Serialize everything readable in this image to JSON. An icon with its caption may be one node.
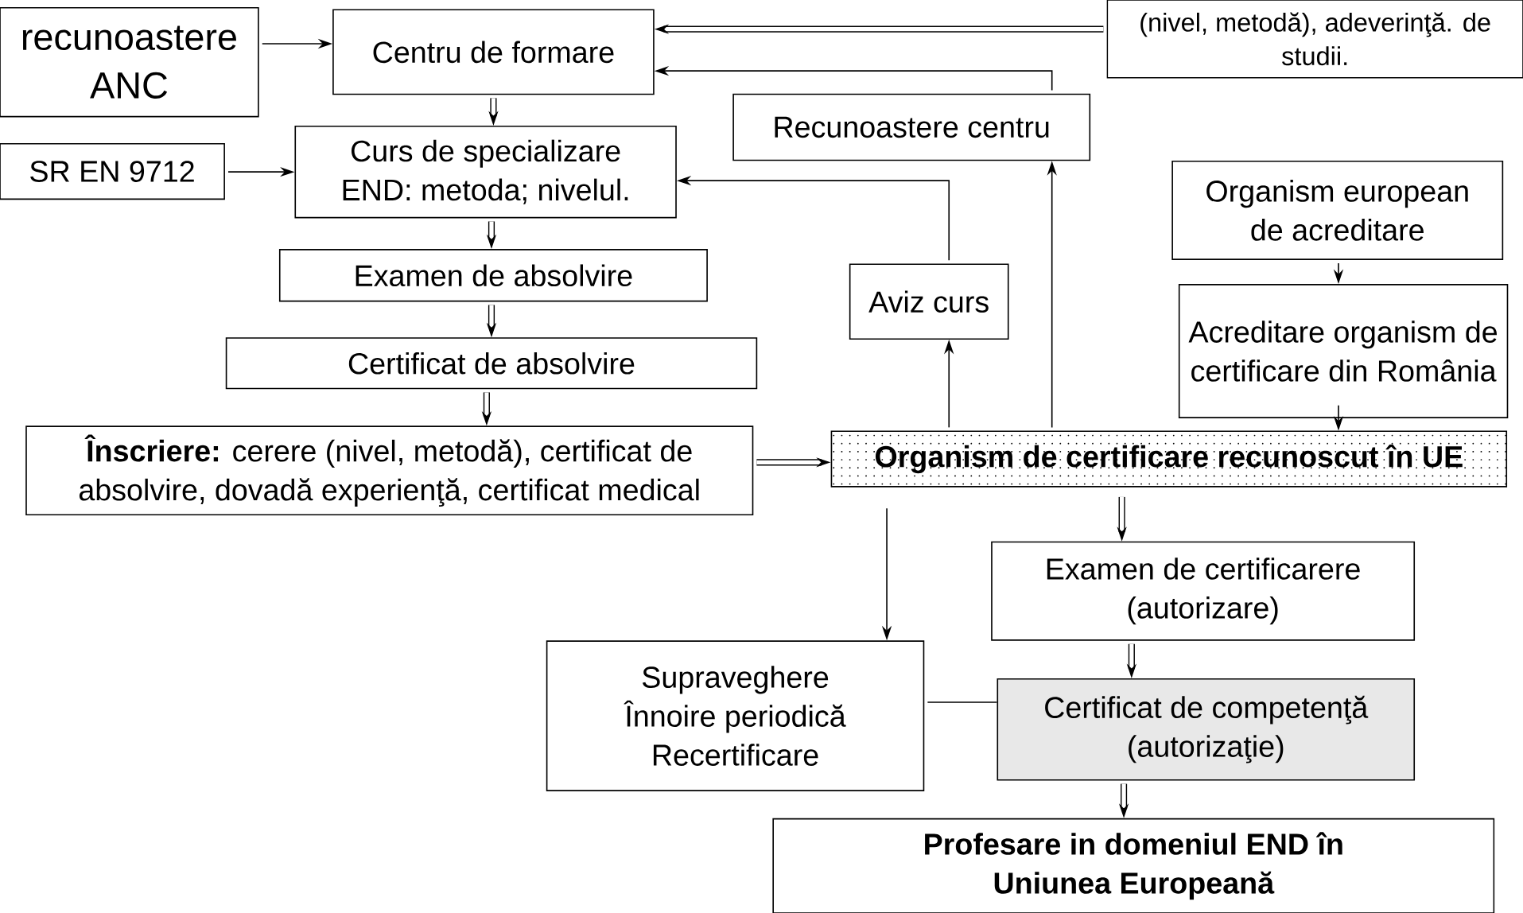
{
  "diagram": {
    "nodes": [
      {
        "text": [
          "recunoastere ANC"
        ]
      },
      {
        "text": [
          "Centru de  formare"
        ]
      },
      {
        "text": [
          "(nivel, metodă), adeverinţă. de studii."
        ]
      },
      {
        "text": [
          "Recunoastere centru"
        ]
      },
      {
        "text": [
          "SR EN 9712"
        ]
      },
      {
        "text": [
          "Curs de specializare END: metoda; nivelul."
        ]
      },
      {
        "text": [
          "Examen de absolvire"
        ]
      },
      {
        "text": [
          "Certificat de absolvire"
        ]
      },
      {
        "text": [
          "**Înscriere:** cerere (nivel, metodă), certificat de absolvire, dovadă experienţă, certificat medical"
        ]
      },
      {
        "text": [
          "Aviz curs"
        ]
      },
      {
        "text": [
          "Organism european de acreditare"
        ]
      },
      {
        "text": [
          "Acreditare organism de certificare din România"
        ]
      },
      {
        "text": [
          "Organism de certificare recunoscut în UE"
        ]
      },
      {
        "text": [
          "Examen de certificarere (autorizare)"
        ]
      },
      {
        "text": [
          "Supraveghere Înnoire periodică Recertificare"
        ]
      },
      {
        "text": [
          "Certificat de competenţă (autorizaţie)"
        ]
      },
      {
        "text": [
          "Profesare in domeniul END în Uniunea Europeană"
        ]
      }
    ],
    "edges": [
      {
        "from": 0,
        "to": 1,
        "arrow": "to"
      },
      {
        "from": 2,
        "to": 1,
        "arrow": "to",
        "style": "thick"
      },
      {
        "from": 3,
        "to": 1,
        "arrow": "to"
      },
      {
        "from": 4,
        "to": 5,
        "arrow": "to"
      },
      {
        "from": 1,
        "to": 5,
        "arrow": "to",
        "style": "thick"
      },
      {
        "from": 5,
        "to": 6,
        "arrow": "to",
        "style": "thick"
      },
      {
        "from": 6,
        "to": 7,
        "arrow": "to",
        "style": "thick"
      },
      {
        "from": 7,
        "to": 8,
        "arrow": "to",
        "style": "thick"
      },
      {
        "from": 9,
        "to": 5,
        "arrow": "to"
      },
      {
        "from": 12,
        "to": 9,
        "arrow": "to"
      },
      {
        "from": 12,
        "to": 3,
        "arrow": "to"
      },
      {
        "from": 8,
        "to": 12,
        "arrow": "to",
        "style": "thick"
      },
      {
        "from": 10,
        "to": 11,
        "arrow": "to"
      },
      {
        "from": 11,
        "to": 12,
        "arrow": "to"
      },
      {
        "from": 12,
        "to": 13,
        "arrow": "to",
        "style": "thick"
      },
      {
        "from": 12,
        "to": 14,
        "arrow": "to"
      },
      {
        "from": 13,
        "to": 15,
        "arrow": "to",
        "style": "thick"
      },
      {
        "from": 14,
        "to": 15,
        "arrow": "none"
      },
      {
        "from": 15,
        "to": 16,
        "arrow": "to",
        "style": "thick"
      }
    ]
  }
}
